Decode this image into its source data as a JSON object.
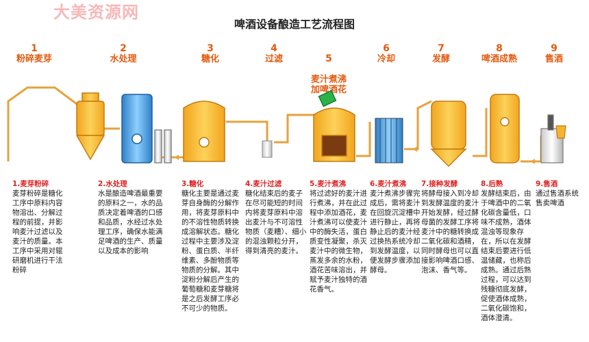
{
  "watermark": "大美资源网",
  "title": "啤酒设备酿造工艺流程图",
  "steps": [
    {
      "num": "1",
      "label": "粉碎麦芽",
      "head": "1.麦芽粉碎",
      "body": "麦芽粉碎是糖化工序中原料内容物溶出、分解过程的前提，并影响麦汁过滤以及麦汁的质量。本工序中采用对辊研磨机进行干法粉碎"
    },
    {
      "num": "2",
      "label": "水处理",
      "head": "2.水处理",
      "body": "水是酿造啤酒最重要的原料之一，水的品质决定着啤酒的口感和品质，水经过水处理工序，确保水能满足啤酒的生产、质量以及成本的影响"
    },
    {
      "num": "3",
      "label": "糖化",
      "head": "3.糖化",
      "body": "糖化主要是通过麦芽自身酶的分解作用，将麦芽原料中的不溶性物质转换成溶解状态。糖化过程中主要涉及淀粉、蛋白质、半纤维素、多酚物质等物质的分解。其中淀粉分解后产生的葡萄糖和麦芽糖将是之后发酵工序必不可少的物质。"
    },
    {
      "num": "4",
      "label": "过滤",
      "head": "4.麦汁过滤",
      "body": "糖化结束后的麦子在尽可能短的时间内将麦芽原料中溶出麦汁与不可溶性物质（麦糟）、细小的混浊颗粒分开，得到清亮的麦汁。"
    },
    {
      "num": "5",
      "label": "麦汁煮沸\n加啤酒花",
      "head": "5.麦汁煮沸",
      "body": "将过滤好的麦汁进行煮沸，并在此过程中添加酒花，麦汁煮沸可以使麦汁中的酶失活，蛋白质变性凝聚，杀灭麦汁中的微生物，蒸发多余的水粉，酒花苦味溶出，并赋予麦汁独特的酒花香气。"
    },
    {
      "num": "6",
      "label": "冷却",
      "head": "6.麦汁煮沸",
      "body": "麦汁煮沸步骤完成后，需将麦汁在回旋沉淀槽中进行静止，再将静止后的麦汁经过换热系统冷却到发酵温度，以便发酵步骤添加酵母。"
    },
    {
      "num": "7",
      "label": "发酵",
      "head": "7.接种发酵",
      "body": "将酵母接入到冷却到发酵温度的麦汁开始发酵，经过酵母菌的发酵工序将麦汁中的糖转换成二氧化碳和酒精，同时酵母也可以直接影响啤酒口感、泡沫、香气等。"
    },
    {
      "num": "8",
      "label": "啤酒成熟",
      "head": "8.后熟",
      "body": "发酵结束后，由于啤酒中的二氧化碳含量低，口味不成熟，酒体混浊等现象存在，所以在发酵结束后要进行低温储藏，也称后成熟。通过后熟过程，可以达到残糖彻底发酵，促使酒体成熟，二氧化碳饱和，酒体澄清。"
    },
    {
      "num": "9",
      "label": "售酒",
      "head": "9.售酒",
      "body": "通过售酒系统售卖啤酒"
    }
  ],
  "colors": {
    "accent": "#e25b10",
    "head": "#d22222",
    "pipe": "#e8a23a",
    "tank": "#f7b733",
    "water": "#4da3e0"
  }
}
